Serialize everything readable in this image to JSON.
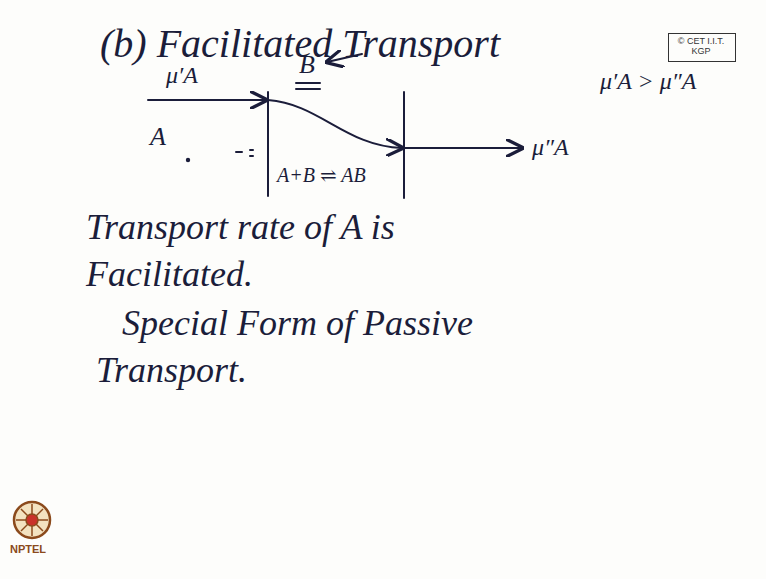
{
  "diagram": {
    "title": "(b) Facilitated Transport",
    "nodes": [
      {
        "text": [
          "© CET I.I.T. KGP"
        ]
      }
    ],
    "labels": [
      "μ′A",
      "A",
      "B",
      "A+B ⇌ AB",
      "μ″A",
      "μ′A > μ″A",
      "Transport rate of A is Facilitated.",
      "Special Form of Passive Transport.",
      "NPTEL"
    ]
  }
}
